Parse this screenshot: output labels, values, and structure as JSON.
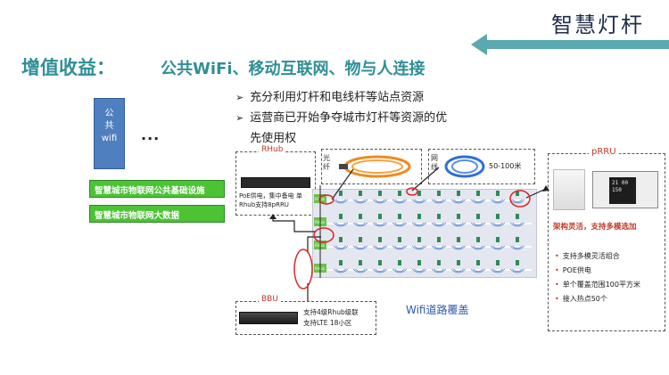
{
  "header": {
    "brand": "智慧灯杆"
  },
  "title": {
    "main": "增值收益：",
    "sub": "公共WiFi、移动互联网、物与人连接"
  },
  "bullets": [
    {
      "marker": "➢",
      "text": "充分利用灯杆和电线杆等站点资源"
    },
    {
      "marker": "➢",
      "text": "运营商已开始争夺城市灯杆等资源的优"
    },
    {
      "marker": "",
      "text": "先使用权"
    }
  ],
  "left_panel": {
    "wifi_box": [
      "公",
      "共",
      "wifi"
    ],
    "ellipsis": "...",
    "bars": [
      "智慧城市物联网公共基础设施",
      "智慧城市物联网大数据"
    ]
  },
  "rhub": {
    "label": "RHub",
    "desc": "PoE供电，集中备电 单Rhub支持8pRRU"
  },
  "fiber": {
    "label": "光纤"
  },
  "net": {
    "label": "网线",
    "distance": "50-100米"
  },
  "grid": {
    "caption": "Wifi道路覆盖",
    "rhub_tag": "RHub"
  },
  "bbu": {
    "label": "BBU",
    "desc1": "支持4级Rhub级联",
    "desc2": "支持LTE 18小区"
  },
  "prru": {
    "label": "pRRU",
    "screen": "21 00 150",
    "highlight": "架构灵活，支持多模选加",
    "features": [
      "支持多模灵活组合",
      "POE供电",
      "单个覆盖范围100平方米",
      "接入热点50个"
    ]
  },
  "colors": {
    "accent": "#2f8f96",
    "green": "#4cc235",
    "blue": "#4f7fbf",
    "red": "#d62828"
  }
}
